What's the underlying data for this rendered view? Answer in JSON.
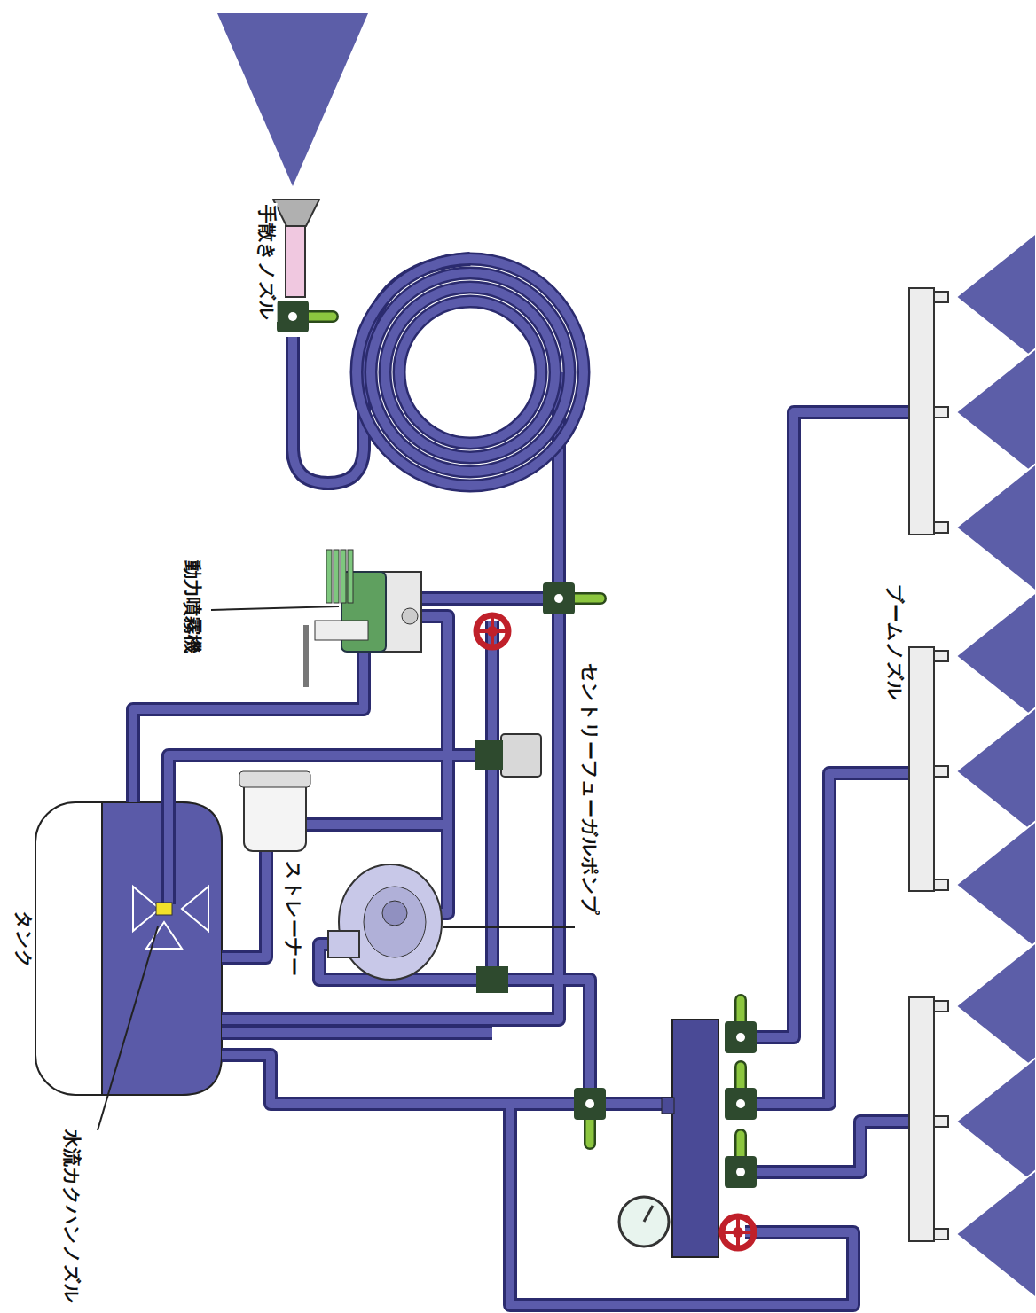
{
  "diagram": {
    "labels": [
      "手散きノズル",
      "動力噴霧機",
      "タンク",
      "ストレーナー",
      "セントリーフューガルポンプ",
      "ブームノズル",
      "水流カクハンノズル"
    ]
  }
}
